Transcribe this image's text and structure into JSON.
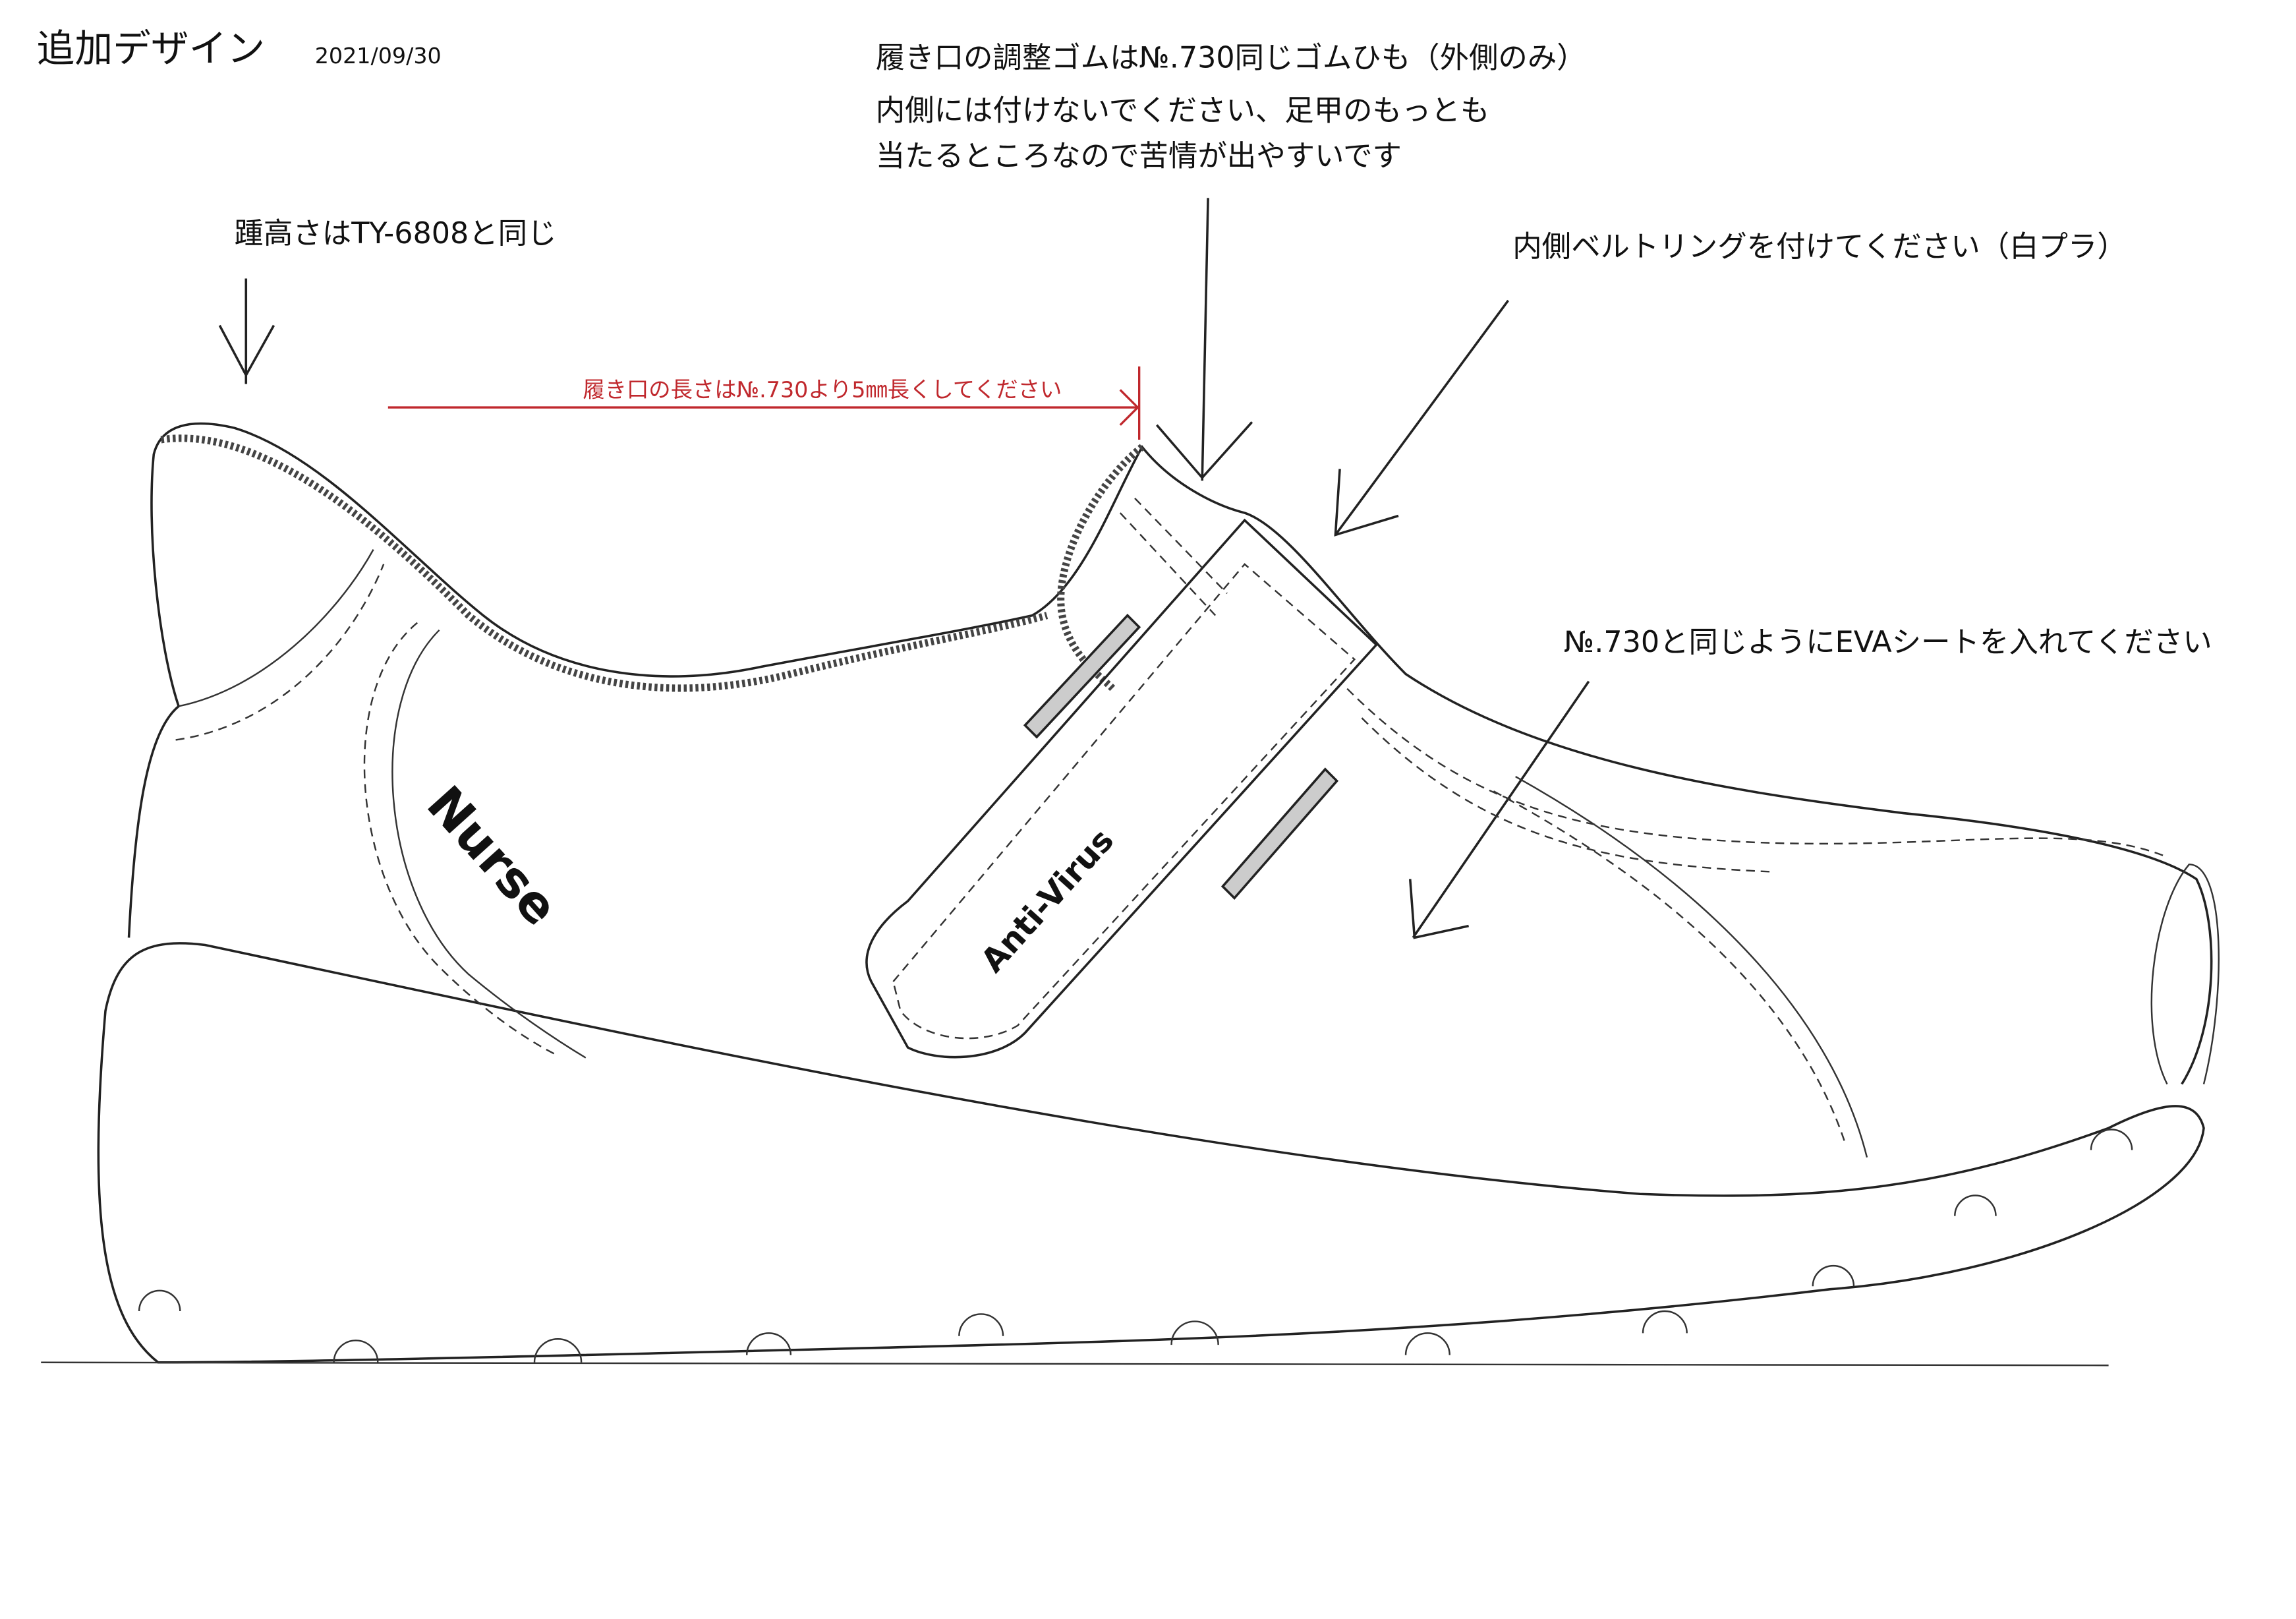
{
  "header": {
    "title": "追加デザイン",
    "date": "2021/09/30"
  },
  "annotations": {
    "elastic_line1": "履き口の調整ゴムは№.730同じゴムひも（外側のみ）",
    "elastic_line2": "内側には付けないでください、足甲のもっとも",
    "elastic_line3": "当たるところなので苦情が出やすいです",
    "heel_height": "踵高さはTY-6808と同じ",
    "belt_ring": "内側ベルトリングを付けてください（白プラ）",
    "eva_sheet": "№.730と同じようにEVAシートを入れてください",
    "collar_length": "履き口の長さは№.730より5㎜長くしてください"
  },
  "shoe": {
    "brand_logo": "Nurse",
    "strap_label": "Anti-Virus"
  },
  "colors": {
    "ink": "#111111",
    "dimension_red": "#c0282d"
  }
}
